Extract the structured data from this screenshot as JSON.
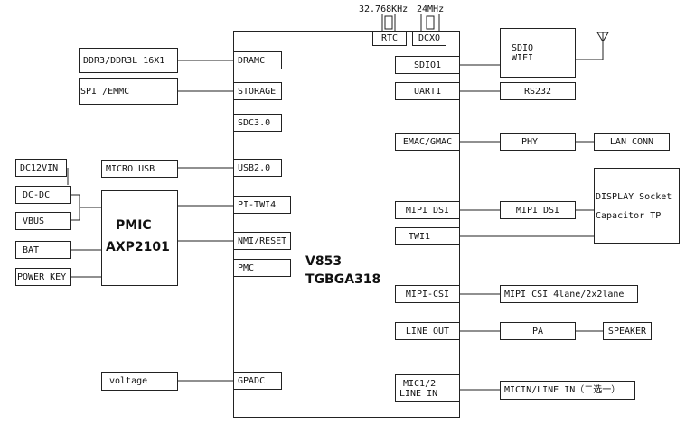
{
  "soc": {
    "name": "V853",
    "package": "TGBGA318"
  },
  "pmic": {
    "title": "PMIC",
    "part": "AXP2101"
  },
  "crystals": {
    "rtc_freq": "32.768KHz",
    "dcxo_freq": "24MHz"
  },
  "soc_pins_left": {
    "dramc": "DRAMC",
    "storage": "STORAGE",
    "sdc3": "SDC3.0",
    "usb2": "USB2.0",
    "twi4": "PI-TWI4",
    "nmi": "NMI/RESET",
    "pmc": "PMC",
    "gpadc": "GPADC"
  },
  "soc_pins_top": {
    "rtc": "RTC",
    "dcxo": "DCXO"
  },
  "soc_pins_right": {
    "sdio1": "SDIO1",
    "uart1": "UART1",
    "emac": "EMAC/GMAC",
    "mipi_dsi": "MIPI DSI",
    "twi1": "TWI1",
    "mipi_csi": "MIPI-CSI",
    "line_out": "LINE OUT",
    "mic_line1": "MIC1/2",
    "mic_line2": "LINE IN"
  },
  "left_devices": {
    "ddr": "DDR3/DDR3L 16X1",
    "spi_emmc": "SPI /EMMC",
    "micro_usb": "MICRO USB",
    "voltage": "voltage"
  },
  "power_inputs": {
    "dc12vin": "DC12VIN",
    "dcdc": "DC-DC",
    "vbus": "VBUS",
    "bat": "BAT",
    "power_key": "POWER KEY"
  },
  "right_devices": {
    "sdio_wifi_1": "SDIO",
    "sdio_wifi_2": "WIFI",
    "rs232": "RS232",
    "phy": "PHY",
    "lan_conn": "LAN CONN",
    "mipi_dsi": "MIPI DSI",
    "display_1": "DISPLAY Socket",
    "display_2": "Capacitor TP",
    "mipi_csi": "MIPI CSI 4lane/2x2lane",
    "pa": "PA",
    "speaker": "SPEAKER",
    "micin": "MICIN/LINE IN（二选一）"
  }
}
